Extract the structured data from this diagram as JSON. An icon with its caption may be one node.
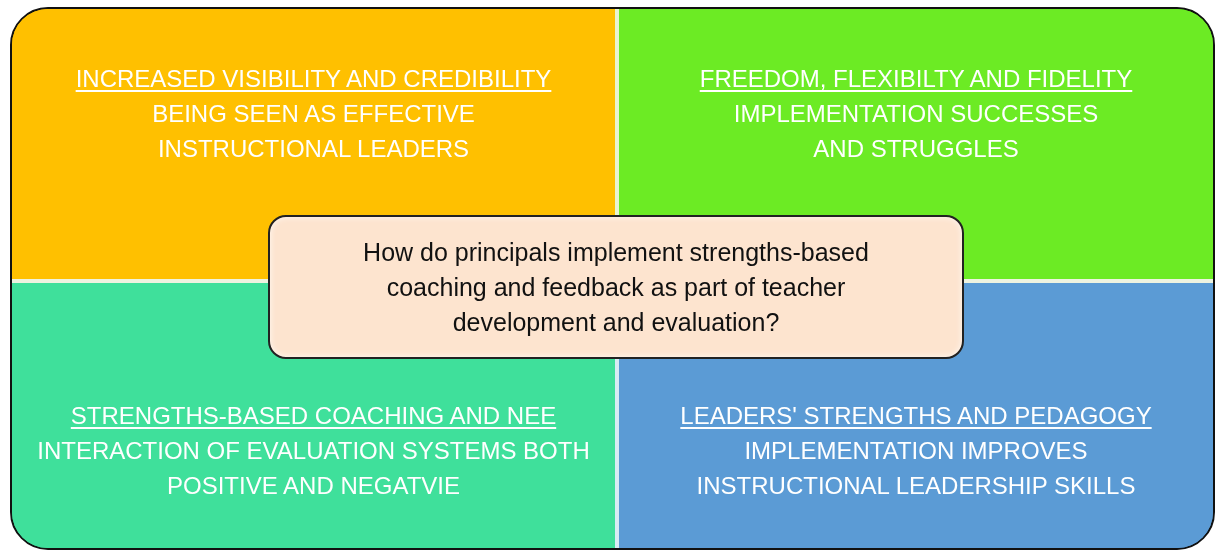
{
  "diagram": {
    "nodes": [
      {
        "text": [
          "INCREASED VISIBILITY AND CREDIBILITY",
          "BEING SEEN AS EFFECTIVE INSTRUCTIONAL LEADERS"
        ]
      },
      {
        "text": [
          "FREEDOM, FLEXIBILTY AND FIDELITY",
          "IMPLEMENTATION SUCCESSES AND STRUGGLES"
        ]
      },
      {
        "text": [
          "STRENGTHS-BASED COACHING AND NEE",
          "INTERACTION OF EVALUATION SYSTEMS BOTH POSITIVE AND NEGATVIE"
        ]
      },
      {
        "text": [
          "LEADERS' STRENGTHS AND PEDAGOGY",
          "IMPLEMENTATION IMPROVES INSTRUCTIONAL LEADERSHIP SKILLS"
        ]
      },
      {
        "text": [
          "How do principals implement strengths-based coaching and feedback as part of teacher development and evaluation?"
        ]
      }
    ]
  }
}
